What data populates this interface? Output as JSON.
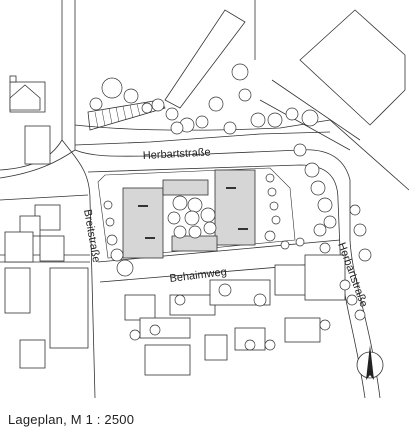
{
  "map": {
    "streets": {
      "herbartstrasse_top": "Herbartstraße",
      "breitstrasse": "Breitstraße",
      "behaimweg": "Behaimweg",
      "herbartstrasse_right": "Herbartstraße"
    },
    "north_arrow_icon": "north-arrow-icon"
  },
  "caption": "Lageplan, M 1 : 2500",
  "colors": {
    "building_fill": "#d6d6d6",
    "line": "#333333",
    "background": "#ffffff"
  }
}
